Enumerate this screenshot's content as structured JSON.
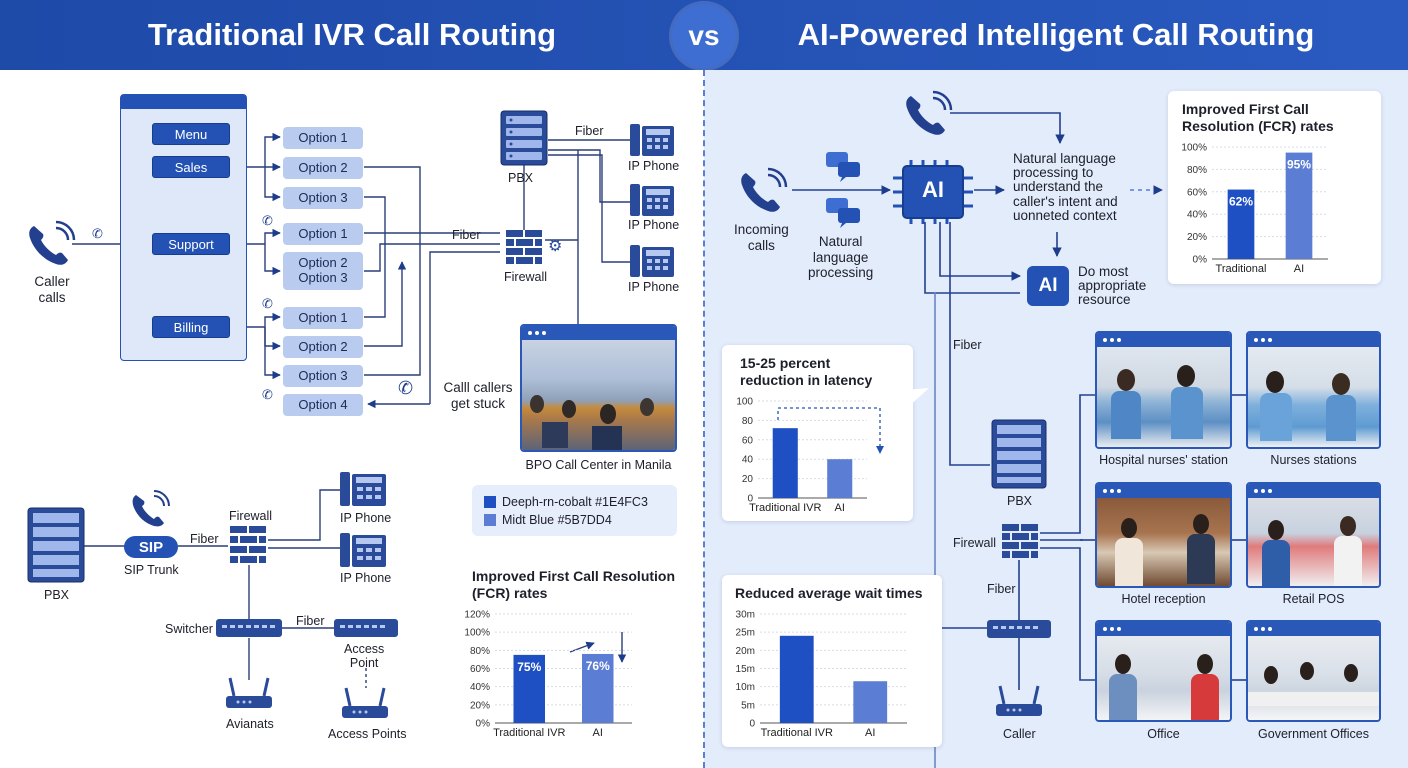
{
  "header": {
    "left_title": "Traditional IVR Call Routing",
    "vs": "vs",
    "right_title": "AI-Powered Intelligent Call Routing"
  },
  "colors": {
    "cobalt": "#1E4FC3",
    "mid_blue": "#5B7DD4",
    "header": "#2452B4",
    "right_panel": "#E3ECFB"
  },
  "left": {
    "caller_label": "Caller\ncalls",
    "menu": [
      "Menu",
      "Sales",
      "Support",
      "Billing"
    ],
    "options": [
      "Option 1",
      "Option 2",
      "Option 3",
      "Option 1",
      "Option 2\nOption 3",
      "Option 1",
      "Option 2",
      "Option 3",
      "Option 4"
    ],
    "pbx_label": "PBX",
    "fiber_label_top": "Fiber",
    "fiber_label_mid": "Fiber",
    "firewall_label": "Firewall",
    "ip_phones": [
      "IP Phone",
      "IP Phone",
      "IP Phone"
    ],
    "stuck_label": "Calll callers\nget stuck",
    "bpo_caption": "BPO Call Center in Manila",
    "legend": [
      "Deeph-rn-cobalt #1E4FC3",
      "Midt Blue #5B7DD4"
    ],
    "network": {
      "pbx": "PBX",
      "sip": "SIP",
      "sip_trunk": "SIP Trunk",
      "fiber1": "Fiber",
      "firewall": "Firewall",
      "ip_phones": [
        "IP Phone",
        "IP Phone"
      ],
      "switcher": "Switcher",
      "fiber2": "Fiber",
      "access_point": "Access\nPoint",
      "avianats": "Avianats",
      "access_points": "Access Points"
    }
  },
  "right": {
    "incoming": "Incoming\ncalls",
    "nlp": "Natural\nlanguage\nprocessing",
    "ai_chip": "AI",
    "ai_chip2": "AI",
    "nlp_desc": "Natural language\nprocessing to\nunderstand the\ncaller's intent and\nuonneted context",
    "resource": "Do most\nappropriate\nresource",
    "fiber1": "Fiber",
    "pbx": "PBX",
    "firewall": "Firewall",
    "fiber2": "Fiber",
    "caller": "Caller",
    "locations": [
      "Hospital nurses' station",
      "Nurses stations",
      "Hotel reception",
      "Retail POS",
      "Office",
      "Government Offices"
    ]
  },
  "chart_data": [
    {
      "id": "left_fcr",
      "type": "bar",
      "title": "Improved First Call Resolution\n(FCR) rates",
      "categories": [
        "Traditional IVR",
        "AI"
      ],
      "values": [
        75,
        76
      ],
      "data_labels": [
        "75%",
        "76%"
      ],
      "yticks": [
        "0%",
        "20%",
        "40%",
        "60%",
        "80%",
        "100%",
        "120%"
      ],
      "ylim": [
        0,
        120
      ],
      "colors": [
        "#1E4FC3",
        "#5B7DD4"
      ]
    },
    {
      "id": "right_fcr",
      "type": "bar",
      "title": "Improved First Call\nResolution (FCR) rates",
      "categories": [
        "Traditional",
        "AI"
      ],
      "values": [
        62,
        95
      ],
      "data_labels": [
        "62%",
        "95%"
      ],
      "yticks": [
        "0%",
        "20%",
        "40%",
        "60%",
        "80%",
        "100%"
      ],
      "ylim": [
        0,
        100
      ],
      "colors": [
        "#1E4FC3",
        "#5B7DD4"
      ]
    },
    {
      "id": "latency",
      "type": "bar",
      "title": "15-25 percent\nreduction in latency",
      "categories": [
        "Traditional IVR",
        "AI"
      ],
      "values": [
        72,
        40
      ],
      "yticks": [
        "0",
        "20",
        "40",
        "60",
        "80",
        "100"
      ],
      "ylim": [
        0,
        100
      ],
      "colors": [
        "#1E4FC3",
        "#5B7DD4"
      ]
    },
    {
      "id": "wait_times",
      "type": "bar",
      "title": "Reduced average wait times",
      "categories": [
        "Traditional IVR",
        "AI"
      ],
      "values": [
        24,
        11.5
      ],
      "yticks": [
        "0",
        "5m",
        "10m",
        "15m",
        "20m",
        "25m",
        "30m"
      ],
      "ylim": [
        0,
        30
      ],
      "colors": [
        "#1E4FC3",
        "#5B7DD4"
      ]
    }
  ]
}
